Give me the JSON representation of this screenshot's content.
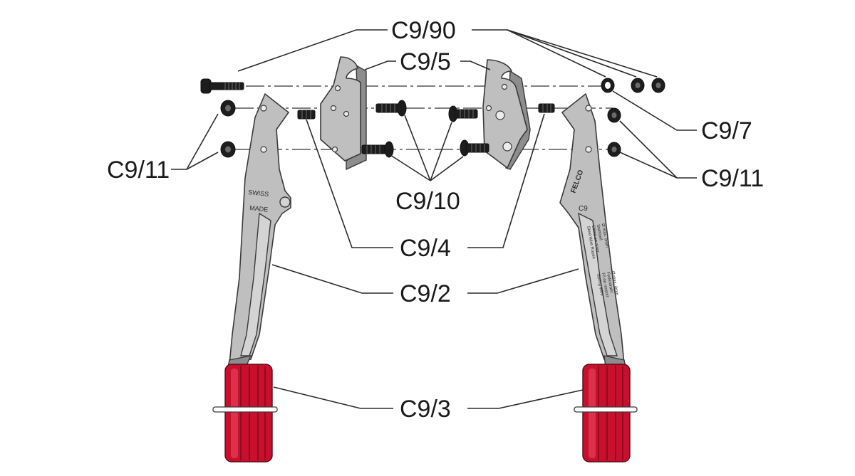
{
  "labels": {
    "c9_90": "C9/90",
    "c9_5": "C9/5",
    "c9_7": "C9/7",
    "c9_11_left": "C9/11",
    "c9_11_right": "C9/11",
    "c9_10": "C9/10",
    "c9_4": "C9/4",
    "c9_2": "C9/2",
    "c9_3": "C9/3"
  },
  "engravings": {
    "left_handle_line1": "SWISS",
    "left_handle_line2": "MADE",
    "logo": "FELCO",
    "model": "C9",
    "spec_lines": [
      "Steel Wire Ropes",
      "Câble en acier",
      "Stahlseil",
      "Ø max. 9mm"
    ],
    "spec_lines_2": [
      "Spring Wire",
      "Fil de ressort",
      "Federdraht",
      "Ø max. 4mm"
    ]
  },
  "colors": {
    "handle_grip": "#c8102e",
    "metal": "#bfbfbf",
    "fastener": "#1d1d1d"
  }
}
